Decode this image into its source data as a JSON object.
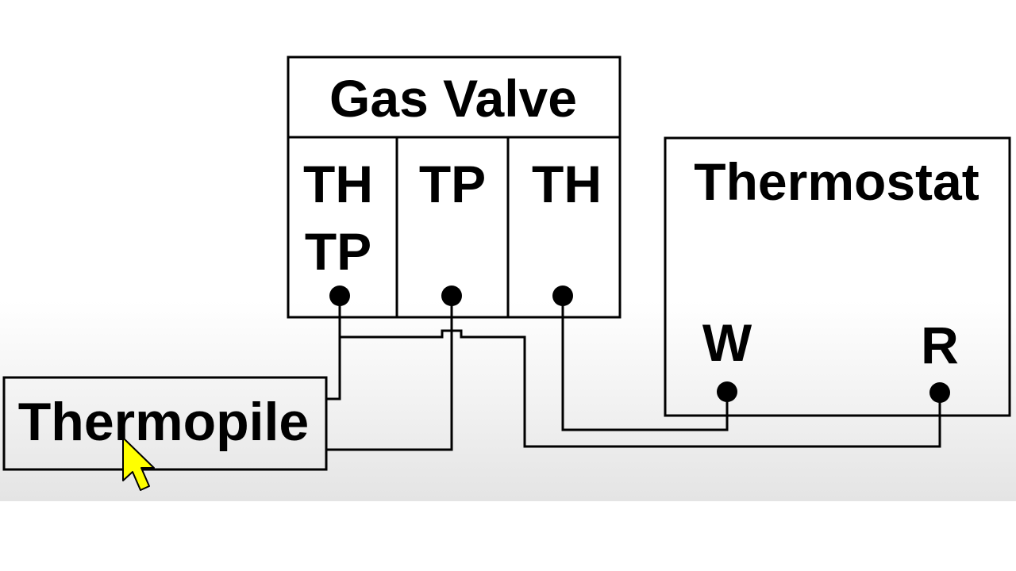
{
  "gas_valve": {
    "title": "Gas Valve",
    "terminals": [
      {
        "line1": "TH",
        "line2": "TP"
      },
      {
        "line1": "TP",
        "line2": ""
      },
      {
        "line1": "TH",
        "line2": ""
      }
    ]
  },
  "thermostat": {
    "title": "Thermostat",
    "terminals": [
      "W",
      "R"
    ]
  },
  "thermopile": {
    "label": "Thermopile"
  },
  "cursor": {
    "icon": "arrow-cursor-icon",
    "color": "#ffff00"
  },
  "colors": {
    "line": "#000000",
    "background": "#ffffff"
  }
}
